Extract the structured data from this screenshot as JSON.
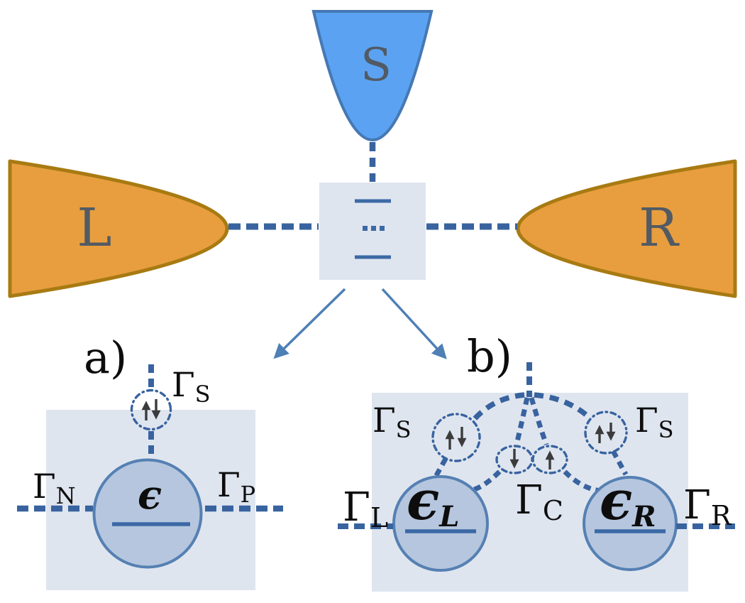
{
  "colors": {
    "bg": "#ffffff",
    "sc-fill": "#5ba3f2",
    "sc-stroke": "#4678b4",
    "lead-fill": "#e89e3e",
    "lead-stroke": "#a87a12",
    "box-fill": "#dfe5ef",
    "dash-blue": "#38639f",
    "level-blue": "#3c69a5",
    "dot-fill": "#b5c6de",
    "dot-stroke": "#5580b3",
    "arrow-blue": "#4e7fb5",
    "spin-dark": "#3b3b3b",
    "lead-label": "#525a64",
    "text-black": "#0d0d0d"
  },
  "top": {
    "superconductor_label": "S",
    "left_lead_label": "L",
    "right_lead_label": "R"
  },
  "panel_a": {
    "label": "a)",
    "gamma_s": {
      "base": "Γ",
      "sub": "S"
    },
    "gamma_n": {
      "base": "Γ",
      "sub": "N"
    },
    "gamma_p": {
      "base": "Γ",
      "sub": "P"
    },
    "level": {
      "base": "ϵ",
      "sub": ""
    }
  },
  "panel_b": {
    "label": "b)",
    "gamma_s_left": {
      "base": "Γ",
      "sub": "S"
    },
    "gamma_s_right": {
      "base": "Γ",
      "sub": "S"
    },
    "gamma_c": {
      "base": "Γ",
      "sub": "C"
    },
    "gamma_l": {
      "base": "Γ",
      "sub": "L"
    },
    "gamma_r": {
      "base": "Γ",
      "sub": "R"
    },
    "level_left": {
      "base": "ϵ",
      "sub": "L"
    },
    "level_right": {
      "base": "ϵ",
      "sub": "R"
    }
  }
}
